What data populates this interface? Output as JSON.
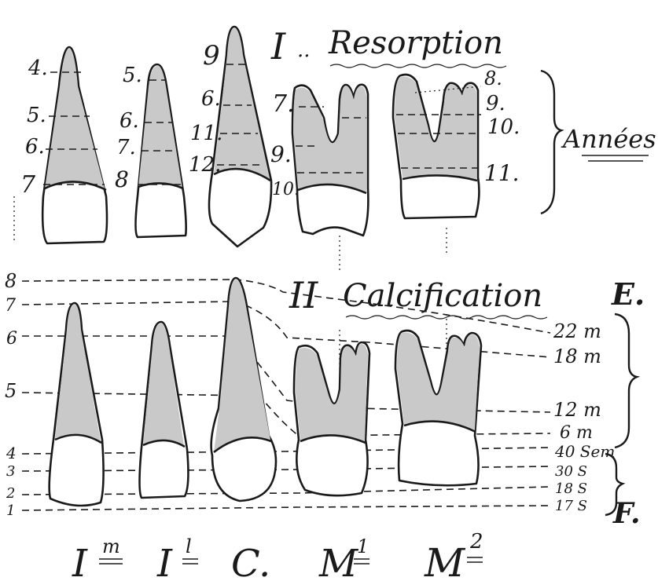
{
  "section1": {
    "numeral": "I",
    "title": "Resorption"
  },
  "section2": {
    "numeral": "II",
    "title": "Calcification"
  },
  "annees": "Années",
  "label_E": "E.",
  "label_F": "F.",
  "resorption": {
    "im": [
      "4.",
      "5.",
      "6.",
      "7"
    ],
    "il": [
      "5.",
      "6.",
      "7.",
      "8"
    ],
    "c": [
      "9",
      "6.",
      "11.",
      "12."
    ],
    "m1": [
      "7.",
      "9.",
      "10."
    ],
    "m2": [
      "8.",
      "9.",
      "10.",
      "11."
    ]
  },
  "calc_left": [
    "8",
    "7",
    "6",
    "5",
    "4",
    "3",
    "2",
    "1"
  ],
  "calc_right": [
    "22 m",
    "18 m",
    "12 m",
    "6 m",
    "40 Sem",
    "30 S",
    "18 S",
    "17 S"
  ],
  "teeth": [
    {
      "base": "I",
      "sup": "m"
    },
    {
      "base": "I",
      "sup": "l"
    },
    {
      "base": "C.",
      "sup": ""
    },
    {
      "base": "M",
      "sup": "1"
    },
    {
      "base": "M",
      "sup": "2"
    }
  ]
}
